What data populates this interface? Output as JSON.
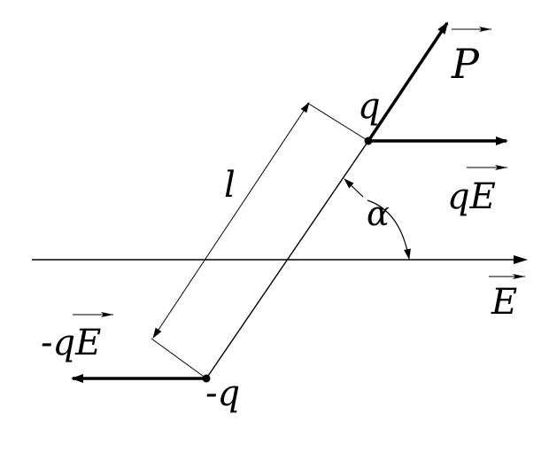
{
  "diagram": {
    "labels": {
      "charge_pos": "q",
      "charge_neg": "-q",
      "dipole_moment": "P",
      "force_pos": "qE",
      "force_neg": "-qE",
      "field": "E",
      "length": "l",
      "angle": "α"
    },
    "colors": {
      "ink": "#000000",
      "background": "#ffffff"
    }
  }
}
